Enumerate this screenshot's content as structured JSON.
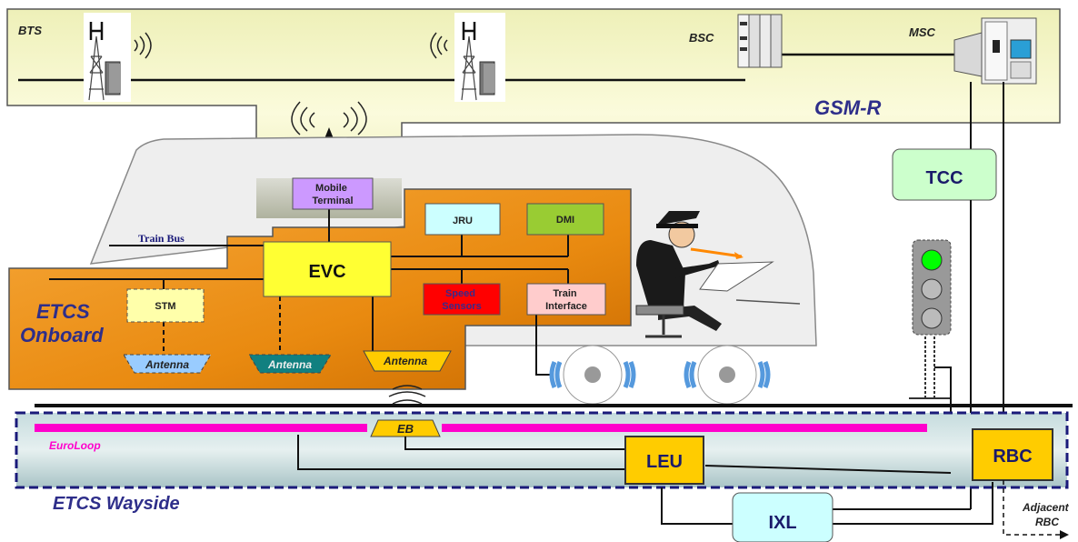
{
  "gsm": {
    "bts_label": "BTS",
    "bsc_label": "BSC",
    "msc_label": "MSC",
    "title": "GSM-R"
  },
  "onboard": {
    "title_line1": "ETCS",
    "title_line2": "Onboard",
    "train_bus": "Train Bus",
    "mobile_terminal_line1": "Mobile",
    "mobile_terminal_line2": "Terminal",
    "evc": "EVC",
    "jru": "JRU",
    "dmi": "DMI",
    "stm": "STM",
    "speed_sensors_line1": "Speed",
    "speed_sensors_line2": "Sensors",
    "train_interface_line1": "Train",
    "train_interface_line2": "Interface",
    "antenna_1": "Antenna",
    "antenna_2": "Antenna",
    "antenna_3": "Antenna"
  },
  "wayside": {
    "title": "ETCS Wayside",
    "euroloop": "EuroLoop",
    "eb": "EB",
    "leu": "LEU",
    "rbc": "RBC",
    "ixl": "IXL",
    "tcc": "TCC",
    "adjacent_line1": "Adjacent",
    "adjacent_line2": "RBC"
  },
  "colors": {
    "gsm_band": "#f7f7c6",
    "onboard_orange": "#f29a1e",
    "evc_yellow": "#ffff33",
    "mobile_terminal": "#cc99ff",
    "jru": "#ccffff",
    "dmi": "#99cc33",
    "speed_sensors": "#ff0000",
    "train_interface": "#ffcccc",
    "tcc": "#ccffcc",
    "ixl": "#ccffff",
    "leu_rbc": "#ffcc00",
    "euroloop": "#ff00cc",
    "title_blue": "#2e2e8a",
    "signal_green": "#00ff00"
  }
}
